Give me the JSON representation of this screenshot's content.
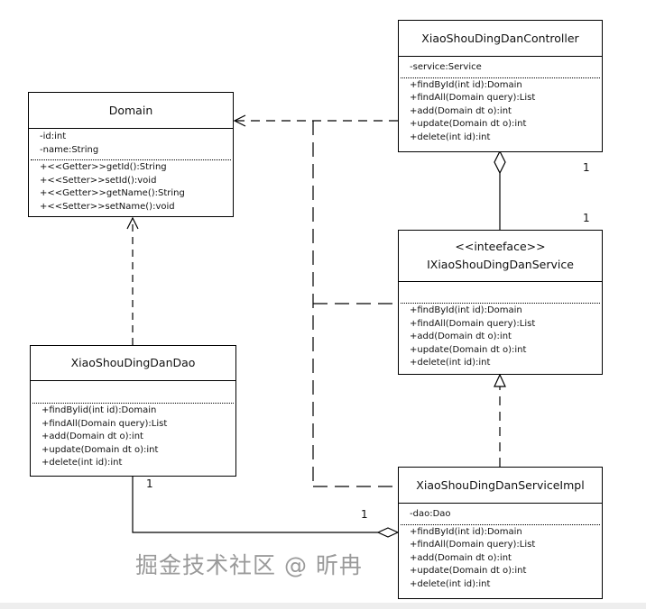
{
  "classes": {
    "controller": {
      "name": "XiaoShouDingDanController",
      "attributes": [
        "-service:Service"
      ],
      "methods": [
        "+findById(int id):Domain",
        "+findAll(Domain query):List",
        "+add(Domain dt o):int",
        "+update(Domain dt o):int",
        "+delete(int id):int"
      ]
    },
    "domain": {
      "name": "Domain",
      "attributes": [
        "-id:int",
        "-name:String"
      ],
      "methods": [
        "+<<Getter>>getId():String",
        "+<<Setter>>setId():void",
        "+<<Getter>>getName():String",
        "+<<Setter>>setName():void"
      ]
    },
    "service": {
      "stereotype": "<<inteeface>>",
      "name": "IXiaoShouDingDanService",
      "methods": [
        "+findById(int id):Domain",
        "+findAll(Domain query):List",
        "+add(Domain dt o):int",
        "+update(Domain dt o):int",
        "+delete(int id):int"
      ]
    },
    "dao": {
      "name": "XiaoShouDingDanDao",
      "methods": [
        "+findBylid(int id):Domain",
        "+findAll(Domain query):List",
        "+add(Domain dt o):int",
        "+update(Domain dt o):int",
        "+delete(int id):int"
      ]
    },
    "impl": {
      "name": "XiaoShouDingDanServiceImpl",
      "attributes": [
        "-dao:Dao"
      ],
      "methods": [
        "+findById(int id):Domain",
        "+findAll(Domain query):List",
        "+add(Domain dt o):int",
        "+update(Domain dt o):int",
        "+delete(int id):int"
      ]
    }
  },
  "multiplicities": {
    "controller_end": "1",
    "service_end": "1",
    "dao_end": "1",
    "impl_end": "1"
  },
  "watermark": "掘金技术社区 @ 昕冉"
}
